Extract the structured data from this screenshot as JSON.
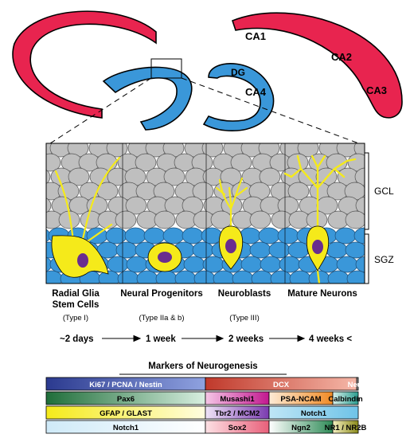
{
  "hippocampus": {
    "labels": {
      "ca1": "CA1",
      "ca2": "CA2",
      "ca3": "CA3",
      "ca4": "CA4",
      "dg": "DG"
    },
    "colors": {
      "ca": "#e8244f",
      "dg": "#3a97d9",
      "outline": "#000000"
    }
  },
  "zones": {
    "gcl": "GCL",
    "sgz": "SGZ"
  },
  "stages": [
    {
      "name_line1": "Radial Glia",
      "name_line2": "Stem Cells",
      "type": "(Type I)",
      "time": "~2 days"
    },
    {
      "name_line1": "Neural Progenitors",
      "name_line2": "",
      "type": "(Type IIa & b)",
      "time": "1 week"
    },
    {
      "name_line1": "Neuroblasts",
      "name_line2": "",
      "type": "(Type III)",
      "time": "2 weeks"
    },
    {
      "name_line1": "Mature Neurons",
      "name_line2": "",
      "type": "",
      "time": "4 weeks <"
    }
  ],
  "cell_colors": {
    "gcl": "#bfbfbf",
    "sgz": "#3a97d9",
    "neuron": "#f5ea1a",
    "nucleus": "#6a2d8f"
  },
  "markers": {
    "title": "Markers of Neurogenesis",
    "rows": [
      [
        {
          "label": "Ki67 / PCNA / Nestin",
          "color_from": "#2b3a8f",
          "color_to": "#8fa2e0",
          "text_color": "#ffffff"
        },
        {
          "label": "DCX",
          "color_from": "#c0392b",
          "color_to": "#f5b7a8",
          "text_color": "#ffffff"
        },
        {
          "label": "NeuN",
          "color_from": "#d9d9d9",
          "color_to": "#4d4d4d",
          "text_color": "#ffffff"
        }
      ],
      [
        {
          "label": "Pax6",
          "color_from": "#1f6e3a",
          "color_to": "#d8efe0",
          "text_color": "#000000"
        },
        {
          "label": "Musashi1",
          "color_from": "#f5c6e6",
          "color_to": "#c2188f",
          "text_color": "#000000"
        },
        {
          "label": "PSA-NCAM",
          "color_from": "#fdebd6",
          "color_to": "#f08a24",
          "text_color": "#000000"
        },
        {
          "label": "Calbindin",
          "color_from": "#d6efea",
          "color_to": "#2a9d8f",
          "text_color": "#000000"
        }
      ],
      [
        {
          "label": "GFAP / GLAST",
          "color_from": "#f5ea1a",
          "color_to": "#fffde0",
          "text_color": "#000000"
        },
        {
          "label": "Tbr2 / MCM2",
          "color_from": "#efe4f7",
          "color_to": "#7a3bb0",
          "text_color": "#000000"
        },
        {
          "label": "Notch1",
          "color_from": "#bfe6f6",
          "color_to": "#6fc3e8",
          "text_color": "#000000"
        }
      ],
      [
        {
          "label": "Notch1",
          "color_from": "#cfeaf8",
          "color_to": "#ffffff",
          "text_color": "#000000"
        },
        {
          "label": "Sox2",
          "color_from": "#fde0e4",
          "color_to": "#e8607a",
          "text_color": "#000000"
        },
        {
          "label": "Ngn2",
          "color_from": "#ffffff",
          "color_to": "#2e8b57",
          "text_color": "#000000"
        },
        {
          "label": "NR1 / NR2B",
          "color_from": "#f5f0c0",
          "color_to": "#8a8a1a",
          "text_color": "#000000"
        }
      ]
    ]
  }
}
